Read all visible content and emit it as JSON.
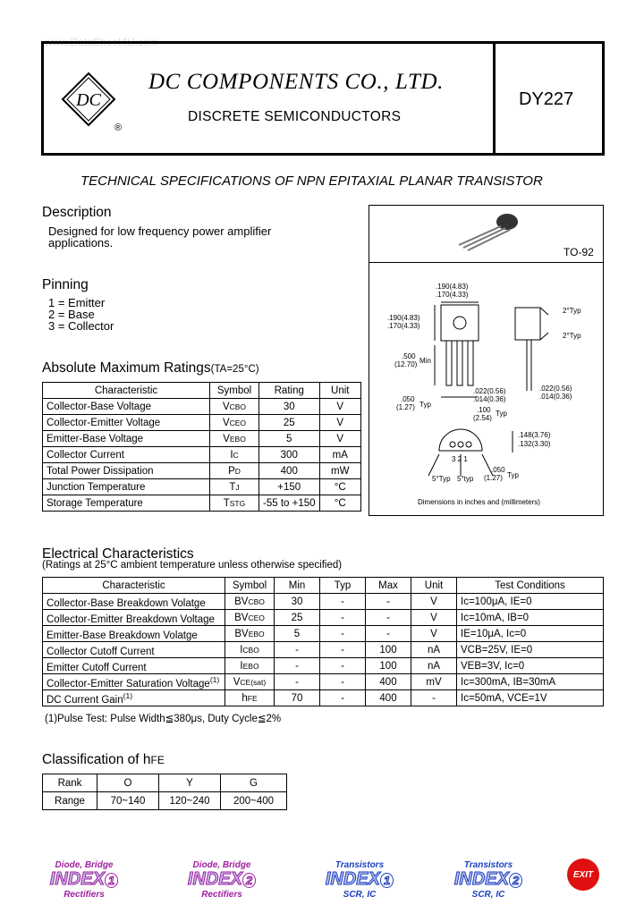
{
  "watermark": "www.DataSheet4U.com",
  "header": {
    "logo_text": "DC",
    "registered": "®",
    "company": "DC COMPONENTS CO.,  LTD.",
    "subtitle": "DISCRETE SEMICONDUCTORS",
    "part_number": "DY227"
  },
  "title": "TECHNICAL  SPECIFICATIONS OF NPN EPITAXIAL PLANAR TRANSISTOR",
  "description": {
    "heading": "Description",
    "line1": "Designed for low frequency power amplifier",
    "line2": "applications."
  },
  "pinning": {
    "heading": "Pinning",
    "pins": [
      {
        "num": "1",
        "name": " = Emitter"
      },
      {
        "num": "2",
        "name": " = Base"
      },
      {
        "num": "3",
        "name": " = Collector"
      }
    ]
  },
  "package": {
    "name": "TO-92",
    "dims_note": "Dimensions in inches and (millimeters)",
    "dims": {
      "top_w1": ".190(4.83)",
      "top_w2": ".170(4.33)",
      "left_h1": ".190(4.83)",
      "left_h2": ".170(4.33)",
      "lead_len1": ".500",
      "lead_len2": "(12.70)",
      "lead_len3": "Min",
      "lead_w1": ".022(0.56)",
      "lead_w2": ".014(0.36)",
      "side_w1": ".022(0.56)",
      "side_w2": ".014(0.36)",
      "pitch1": ".050",
      "pitch2": "(1.27)",
      "pitch3": "Typ",
      "span1": ".100",
      "span2": "(2.54)",
      "span3": "Typ",
      "angle1": "2°Typ",
      "angle2": "2°Typ",
      "bot_h1": ".148(3.76)",
      "bot_h2": ".132(3.30)",
      "bot_p1": ".050",
      "bot_p2": "(1.27)",
      "bot_p3": "Typ",
      "ang_a": "5°Typ",
      "ang_b": "5°typ",
      "pin_labels": "3 2 1"
    }
  },
  "abs_max": {
    "heading": "Absolute Maximum Ratings",
    "condition": "(TA=25°C)",
    "headers": [
      "Characteristic",
      "Symbol",
      "Rating",
      "Unit"
    ],
    "rows": [
      {
        "char": "Collector-Base Voltage",
        "sym": "V",
        "sym_sub": "CBO",
        "rating": "30",
        "unit": "V"
      },
      {
        "char": "Collector-Emitter Voltage",
        "sym": "V",
        "sym_sub": "CEO",
        "rating": "25",
        "unit": "V"
      },
      {
        "char": "Emitter-Base Voltage",
        "sym": "V",
        "sym_sub": "EBO",
        "rating": "5",
        "unit": "V"
      },
      {
        "char": "Collector Current",
        "sym": "I",
        "sym_sub": "C",
        "rating": "300",
        "unit": "mA"
      },
      {
        "char": "Total Power Dissipation",
        "sym": "P",
        "sym_sub": "D",
        "rating": "400",
        "unit": "mW"
      },
      {
        "char": "Junction Temperature",
        "sym": "T",
        "sym_sub": "J",
        "rating": "+150",
        "unit": "°C"
      },
      {
        "char": "Storage Temperature",
        "sym": "T",
        "sym_sub": "STG",
        "rating": "-55 to +150",
        "unit": "°C"
      }
    ]
  },
  "elec": {
    "heading": "Electrical Characteristics",
    "condition": "(Ratings at 25°C ambient temperature unless otherwise specified)",
    "headers": [
      "Characteristic",
      "Symbol",
      "Min",
      "Typ",
      "Max",
      "Unit",
      "Test Conditions"
    ],
    "rows": [
      {
        "char": "Collector-Base Breakdown Volatge",
        "sup": "",
        "sym": "BV",
        "sym_sub": "CBO",
        "min": "30",
        "typ": "-",
        "max": "-",
        "unit": "V",
        "cond": "Ic=100μA, IE=0"
      },
      {
        "char": "Collector-Emitter Breakdown Voltage",
        "sup": "",
        "sym": "BV",
        "sym_sub": "CEO",
        "min": "25",
        "typ": "-",
        "max": "-",
        "unit": "V",
        "cond": "Ic=10mA, IB=0"
      },
      {
        "char": "Emitter-Base Breakdown Volatge",
        "sup": "",
        "sym": "BV",
        "sym_sub": "EBO",
        "min": "5",
        "typ": "-",
        "max": "-",
        "unit": "V",
        "cond": "IE=10μA, Ic=0"
      },
      {
        "char": "Collector Cutoff Current",
        "sup": "",
        "sym": "I",
        "sym_sub": "CBO",
        "min": "-",
        "typ": "-",
        "max": "100",
        "unit": "nA",
        "cond": "VCB=25V, IE=0"
      },
      {
        "char": "Emitter Cutoff Current",
        "sup": "",
        "sym": "I",
        "sym_sub": "EBO",
        "min": "-",
        "typ": "-",
        "max": "100",
        "unit": "nA",
        "cond": "VEB=3V, Ic=0"
      },
      {
        "char": "Collector-Emitter Saturation Voltage",
        "sup": "(1)",
        "sym": "V",
        "sym_sub": "CE(sat)",
        "min": "-",
        "typ": "-",
        "max": "400",
        "unit": "mV",
        "cond": "Ic=300mA, IB=30mA"
      },
      {
        "char": "DC Current Gain",
        "sup": "(1)",
        "sym": "h",
        "sym_sub": "FE",
        "min": "70",
        "typ": "-",
        "max": "400",
        "unit": "-",
        "cond": "Ic=50mA, VCE=1V"
      }
    ],
    "footnote": "(1)Pulse Test: Pulse Width≦380μs, Duty Cycle≦2%"
  },
  "classification": {
    "heading": "Classification of h",
    "heading_sub": "FE",
    "rows": [
      [
        "Rank",
        "O",
        "Y",
        "G"
      ],
      [
        "Range",
        "70~140",
        "120~240",
        "200~400"
      ]
    ]
  },
  "footer": [
    {
      "top": "Diode, Bridge",
      "mid": "INDEX",
      "num": "1",
      "bottom": "Rectifiers",
      "color": "#a020a0"
    },
    {
      "top": "Diode, Bridge",
      "mid": "INDEX",
      "num": "2",
      "bottom": "Rectifiers",
      "color": "#a020a0"
    },
    {
      "top": "Transistors",
      "mid": "INDEX",
      "num": "1",
      "bottom": "SCR, IC",
      "color": "#1a3fc0"
    },
    {
      "top": "Transistors",
      "mid": "INDEX",
      "num": "2",
      "bottom": "SCR, IC",
      "color": "#1a3fc0"
    },
    {
      "label": "EXIT",
      "color": "#e01010"
    }
  ]
}
